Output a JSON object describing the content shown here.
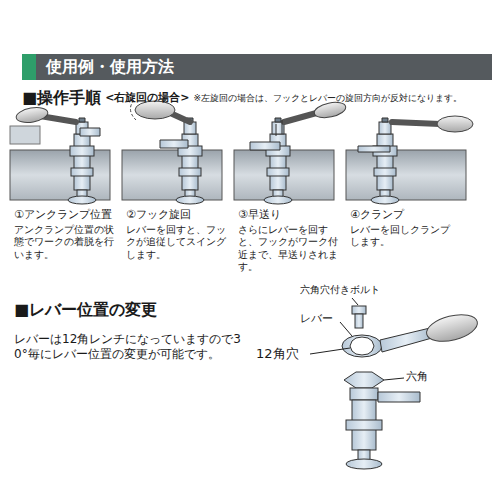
{
  "diagram": {
    "title": "使用例・使用方法",
    "labels": [
      "■操作手順",
      "<右旋回の場合>",
      "※左旋回の場合は、フックとレバーの旋回方向が反対になります。",
      "①アンクランプ位置",
      "アンクランプ位置の状態でワークの着脱を行います。",
      "②フック旋回",
      "レバーを回すと、フックが追従してスイングします。",
      "③早送り",
      "さらにレバーを回すと、フックがワーク付近まで、早送りされます。",
      "④クランプ",
      "レバーを回しクランプします。",
      "■レバー位置の変更",
      "レバーは12角レンチになっていますので30°毎にレバー位置の変更が可能です。",
      "六角穴付きボルト",
      "レバー",
      "12角穴",
      "六角"
    ]
  }
}
